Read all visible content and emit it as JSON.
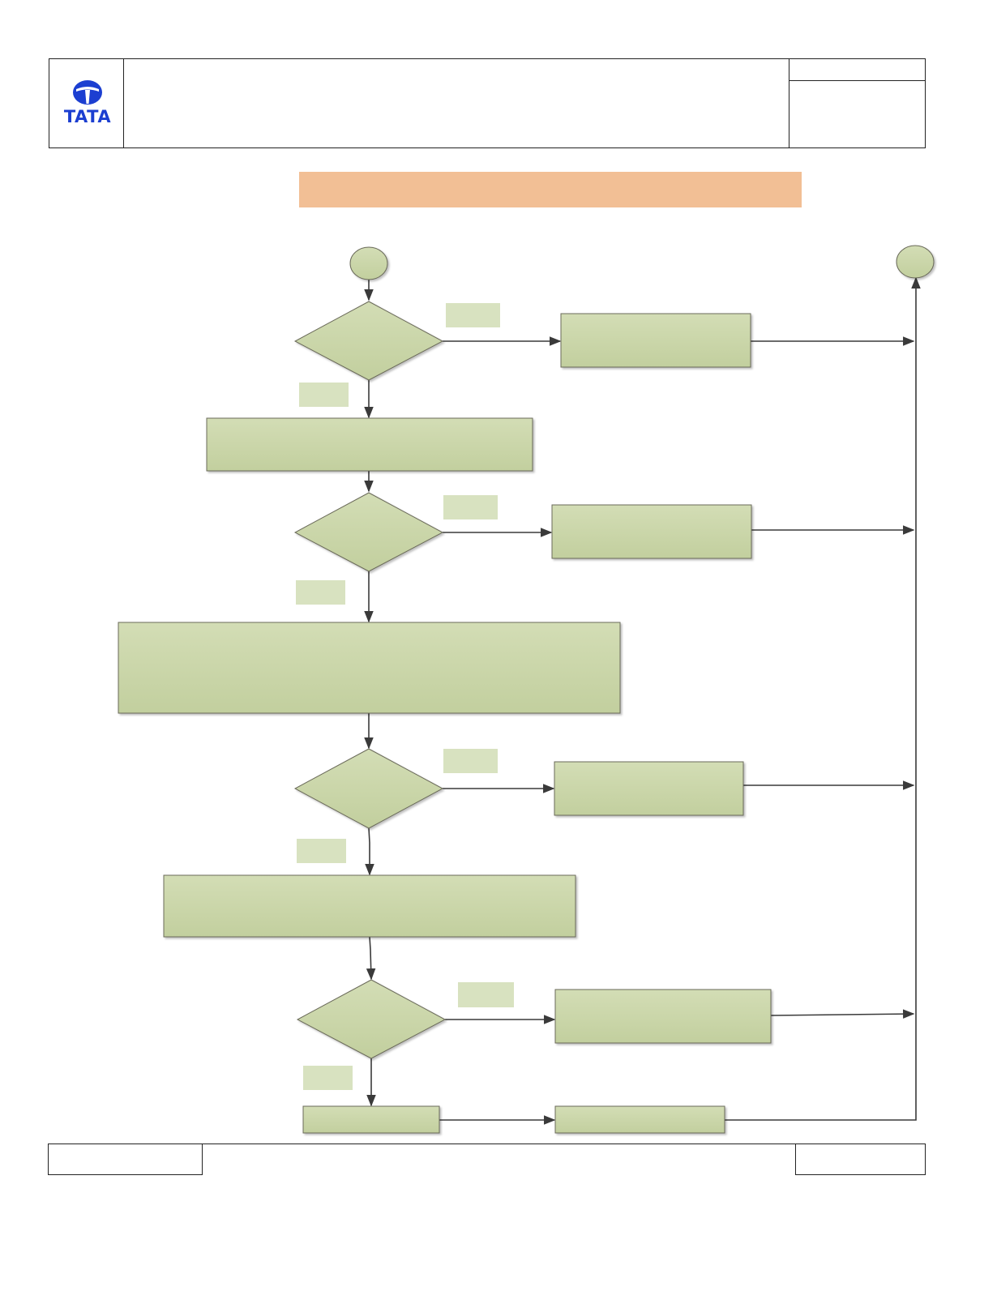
{
  "brand": {
    "logo_text": "TATA",
    "logo_color": "#1c3fd1"
  },
  "colors": {
    "shape_fill_top": "#d1dcb2",
    "shape_fill_bottom": "#c3d09f",
    "shape_stroke": "#6b6b5a",
    "edge_label_fill": "#d8e2c0",
    "banner": "#f2bf95",
    "connector": "#3a3a3a"
  },
  "header": {
    "title": "",
    "doc_no": "",
    "rev": ""
  },
  "banner": {
    "title": ""
  },
  "flowchart": {
    "nodes": [
      {
        "id": "start",
        "shape": "circle",
        "text": ""
      },
      {
        "id": "end",
        "shape": "circle",
        "text": ""
      },
      {
        "id": "d1",
        "shape": "diamond",
        "text": ""
      },
      {
        "id": "r1",
        "shape": "rect",
        "text": ""
      },
      {
        "id": "p1",
        "shape": "rect",
        "text": ""
      },
      {
        "id": "d2",
        "shape": "diamond",
        "text": ""
      },
      {
        "id": "r2",
        "shape": "rect",
        "text": ""
      },
      {
        "id": "p2",
        "shape": "rect",
        "text": ""
      },
      {
        "id": "d3",
        "shape": "diamond",
        "text": ""
      },
      {
        "id": "r3",
        "shape": "rect",
        "text": ""
      },
      {
        "id": "p3",
        "shape": "rect",
        "text": ""
      },
      {
        "id": "d4",
        "shape": "diamond",
        "text": ""
      },
      {
        "id": "r4",
        "shape": "rect",
        "text": ""
      },
      {
        "id": "p4",
        "shape": "rect",
        "text": ""
      },
      {
        "id": "r5",
        "shape": "rect",
        "text": ""
      }
    ],
    "edges": [
      {
        "from": "start",
        "to": "d1",
        "label": ""
      },
      {
        "from": "d1",
        "to": "r1",
        "label": ""
      },
      {
        "from": "d1",
        "to": "p1",
        "label": ""
      },
      {
        "from": "r1",
        "to": "end",
        "label": ""
      },
      {
        "from": "p1",
        "to": "d2",
        "label": ""
      },
      {
        "from": "d2",
        "to": "r2",
        "label": ""
      },
      {
        "from": "d2",
        "to": "p2",
        "label": ""
      },
      {
        "from": "r2",
        "to": "end",
        "label": ""
      },
      {
        "from": "p2",
        "to": "d3",
        "label": ""
      },
      {
        "from": "d3",
        "to": "r3",
        "label": ""
      },
      {
        "from": "d3",
        "to": "p3",
        "label": ""
      },
      {
        "from": "r3",
        "to": "end",
        "label": ""
      },
      {
        "from": "p3",
        "to": "d4",
        "label": ""
      },
      {
        "from": "d4",
        "to": "r4",
        "label": ""
      },
      {
        "from": "d4",
        "to": "p4",
        "label": ""
      },
      {
        "from": "r4",
        "to": "end",
        "label": ""
      },
      {
        "from": "p4",
        "to": "r5",
        "label": ""
      },
      {
        "from": "r5",
        "to": "end",
        "label": ""
      }
    ]
  },
  "footer": {
    "left": "",
    "center": "",
    "right": ""
  }
}
